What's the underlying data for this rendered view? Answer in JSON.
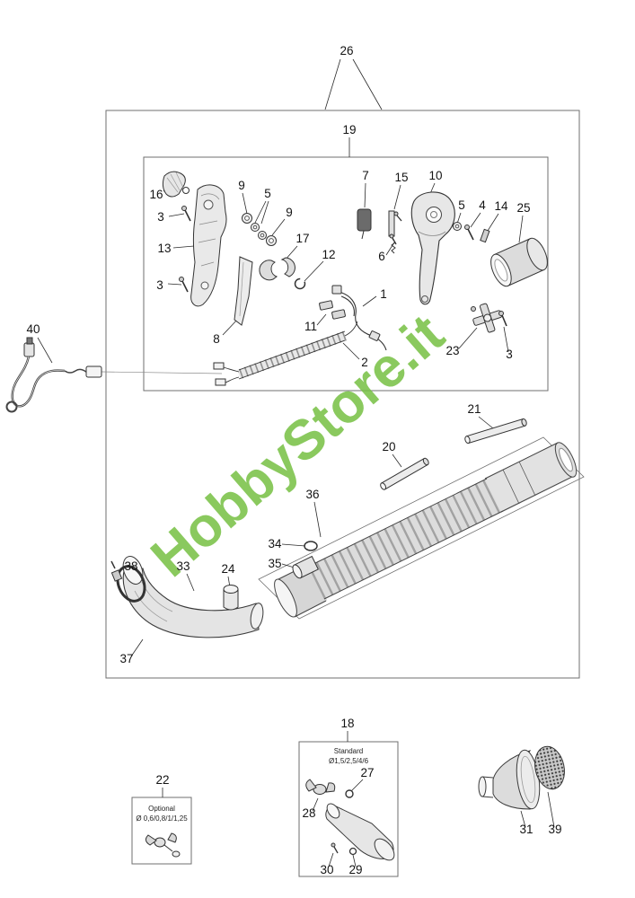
{
  "watermark": {
    "text": "HobbyStore.it",
    "color": "#76c043"
  },
  "diagram": {
    "labels": {
      "n26": "26",
      "n19": "19",
      "n40": "40",
      "n16": "16",
      "n3a": "3",
      "n13": "13",
      "n3b": "3",
      "n8": "8",
      "n9a": "9",
      "n5a": "5",
      "n9b": "9",
      "n17": "17",
      "n12": "12",
      "n11": "11",
      "n1": "1",
      "n2": "2",
      "n7": "7",
      "n15": "15",
      "n10": "10",
      "n6": "6",
      "n5b": "5",
      "n4": "4",
      "n14": "14",
      "n25": "25",
      "n23": "23",
      "n3c": "3",
      "n20": "20",
      "n21": "21",
      "n36": "36",
      "n34": "34",
      "n35": "35",
      "n38": "38",
      "n33": "33",
      "n24": "24",
      "n37": "37",
      "n22": "22",
      "n18": "18",
      "n27": "27",
      "n28": "28",
      "n30": "30",
      "n29": "29",
      "n31": "31",
      "n39": "39"
    },
    "optional_box": {
      "title": "Optional",
      "sizes": "Ø 0,6/0,8/1/1,25"
    },
    "standard_box": {
      "title": "Standard",
      "sizes": "Ø1,5/2,5/4/6"
    }
  }
}
